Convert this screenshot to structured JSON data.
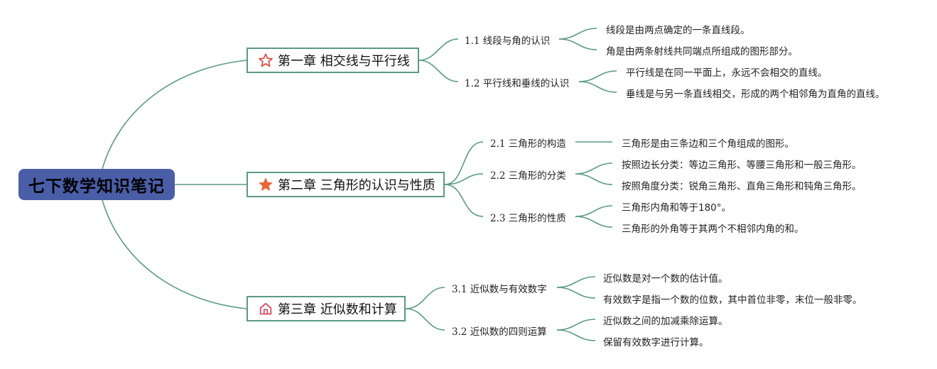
{
  "root": {
    "title": "七下数学知识笔记"
  },
  "chapters": [
    {
      "title": "第一章 相交线与平行线",
      "icon": "star-outline-icon",
      "sections": [
        {
          "title": "1.1 线段与角的认识",
          "points": [
            "线段是由两点确定的一条直线段。",
            "角是由两条射线共同端点所组成的图形部分。"
          ]
        },
        {
          "title": "1.2 平行线和垂线的认识",
          "points": [
            "平行线是在同一平面上，永远不会相交的直线。",
            "垂线是与另一条直线相交，形成的两个相邻角为直角的直线。"
          ]
        }
      ]
    },
    {
      "title": "第二章 三角形的认识与性质",
      "icon": "star-filled-icon",
      "sections": [
        {
          "title": "2.1 三角形的构造",
          "points": [
            "三角形是由三条边和三个角组成的图形。"
          ]
        },
        {
          "title": "2.2 三角形的分类",
          "points": [
            "按照边长分类：等边三角形、等腰三角形和一般三角形。",
            "按照角度分类：锐角三角形、直角三角形和钝角三角形。"
          ]
        },
        {
          "title": "2.3 三角形的性质",
          "points": [
            "三角形内角和等于180°。",
            "三角形的外角等于其两个不相邻内角的和。"
          ]
        }
      ]
    },
    {
      "title": "第三章 近似数和计算",
      "icon": "home-icon",
      "sections": [
        {
          "title": "3.1 近似数与有效数字",
          "points": [
            "近似数是对一个数的估计值。",
            "有效数字是指一个数的位数，其中首位非零，末位一般非零。"
          ]
        },
        {
          "title": "3.2 近似数的四则运算",
          "points": [
            "近似数之间的加减乘除运算。",
            "保留有效数字进行计算。"
          ]
        }
      ]
    }
  ],
  "colors": {
    "root_fill": "#4a5ea8",
    "line": "#5a9a85",
    "star_outline": "#e0453a",
    "star_filled": "#e8663a",
    "home": "#d9465a"
  }
}
